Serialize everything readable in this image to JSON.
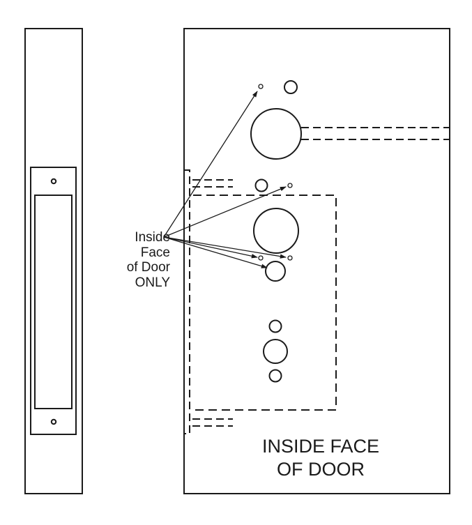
{
  "callout": {
    "lines": [
      "Inside",
      "Face",
      "of Door",
      "ONLY"
    ]
  },
  "door_label": {
    "lines": [
      "INSIDE FACE",
      "OF DOOR"
    ]
  }
}
